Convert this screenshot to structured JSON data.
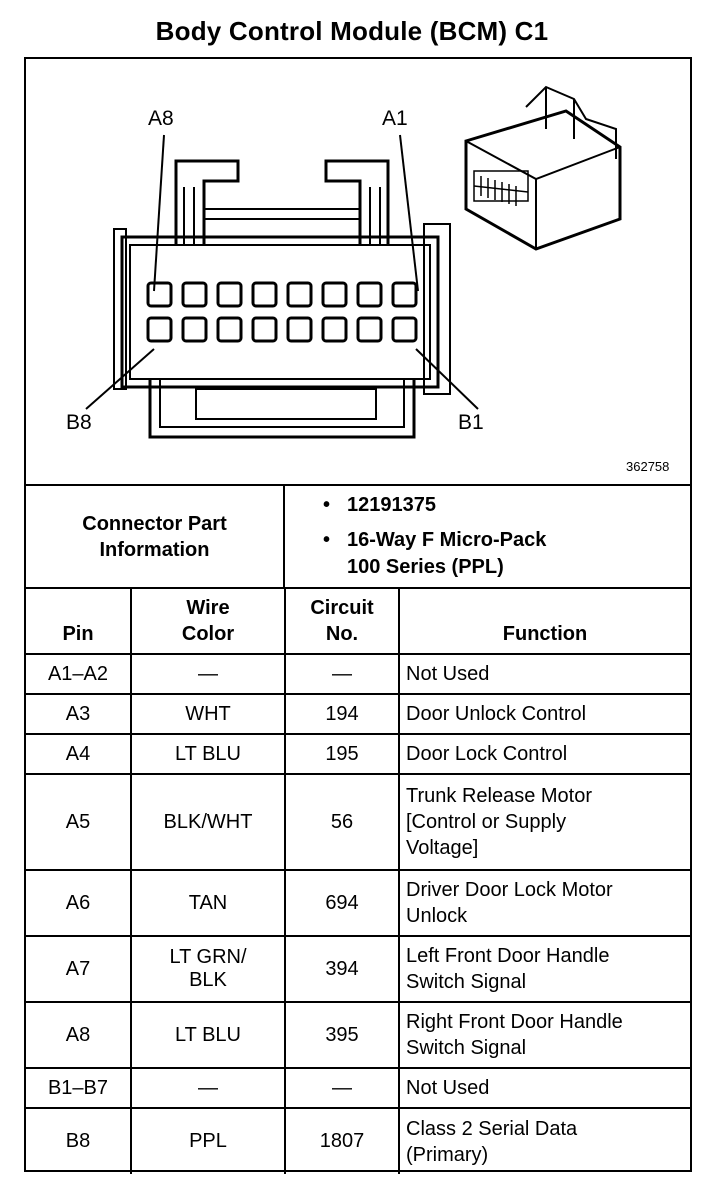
{
  "title": "Body Control Module (BCM) C1",
  "diagram": {
    "labels": {
      "a8": "A8",
      "a1": "A1",
      "b8": "B8",
      "b1": "B1"
    },
    "figure_number": "362758"
  },
  "connector_info": {
    "label_line1": "Connector Part",
    "label_line2": "Information",
    "bullet": "•",
    "item1": "12191375",
    "item2_line1": "16-Way F Micro-Pack",
    "item2_line2": "100 Series (PPL)"
  },
  "table": {
    "headers": {
      "pin": "Pin",
      "wire_1": "Wire",
      "wire_2": "Color",
      "circuit_1": "Circuit",
      "circuit_2": "No.",
      "function": "Function"
    },
    "rows": [
      {
        "pin": "A1–A2",
        "color": "—",
        "circuit": "—",
        "function": "Not Used"
      },
      {
        "pin": "A3",
        "color": "WHT",
        "circuit": "194",
        "function": "Door Unlock Control"
      },
      {
        "pin": "A4",
        "color": "LT BLU",
        "circuit": "195",
        "function": "Door Lock Control"
      },
      {
        "pin": "A5",
        "color": "BLK/WHT",
        "circuit": "56",
        "function_lines": [
          "Trunk Release Motor",
          "[Control or Supply",
          "Voltage]"
        ]
      },
      {
        "pin": "A6",
        "color": "TAN",
        "circuit": "694",
        "function_lines": [
          "Driver Door Lock Motor",
          "Unlock"
        ]
      },
      {
        "pin": "A7",
        "color_lines": [
          "LT GRN/",
          "BLK"
        ],
        "circuit": "394",
        "function_lines": [
          "Left Front Door Handle",
          "Switch Signal"
        ]
      },
      {
        "pin": "A8",
        "color": "LT BLU",
        "circuit": "395",
        "function_lines": [
          "Right Front Door Handle",
          "Switch Signal"
        ]
      },
      {
        "pin": "B1–B7",
        "color": "—",
        "circuit": "—",
        "function": "Not Used"
      },
      {
        "pin": "B8",
        "color": "PPL",
        "circuit": "1807",
        "function_lines": [
          "Class 2 Serial Data",
          "(Primary)"
        ]
      }
    ]
  }
}
